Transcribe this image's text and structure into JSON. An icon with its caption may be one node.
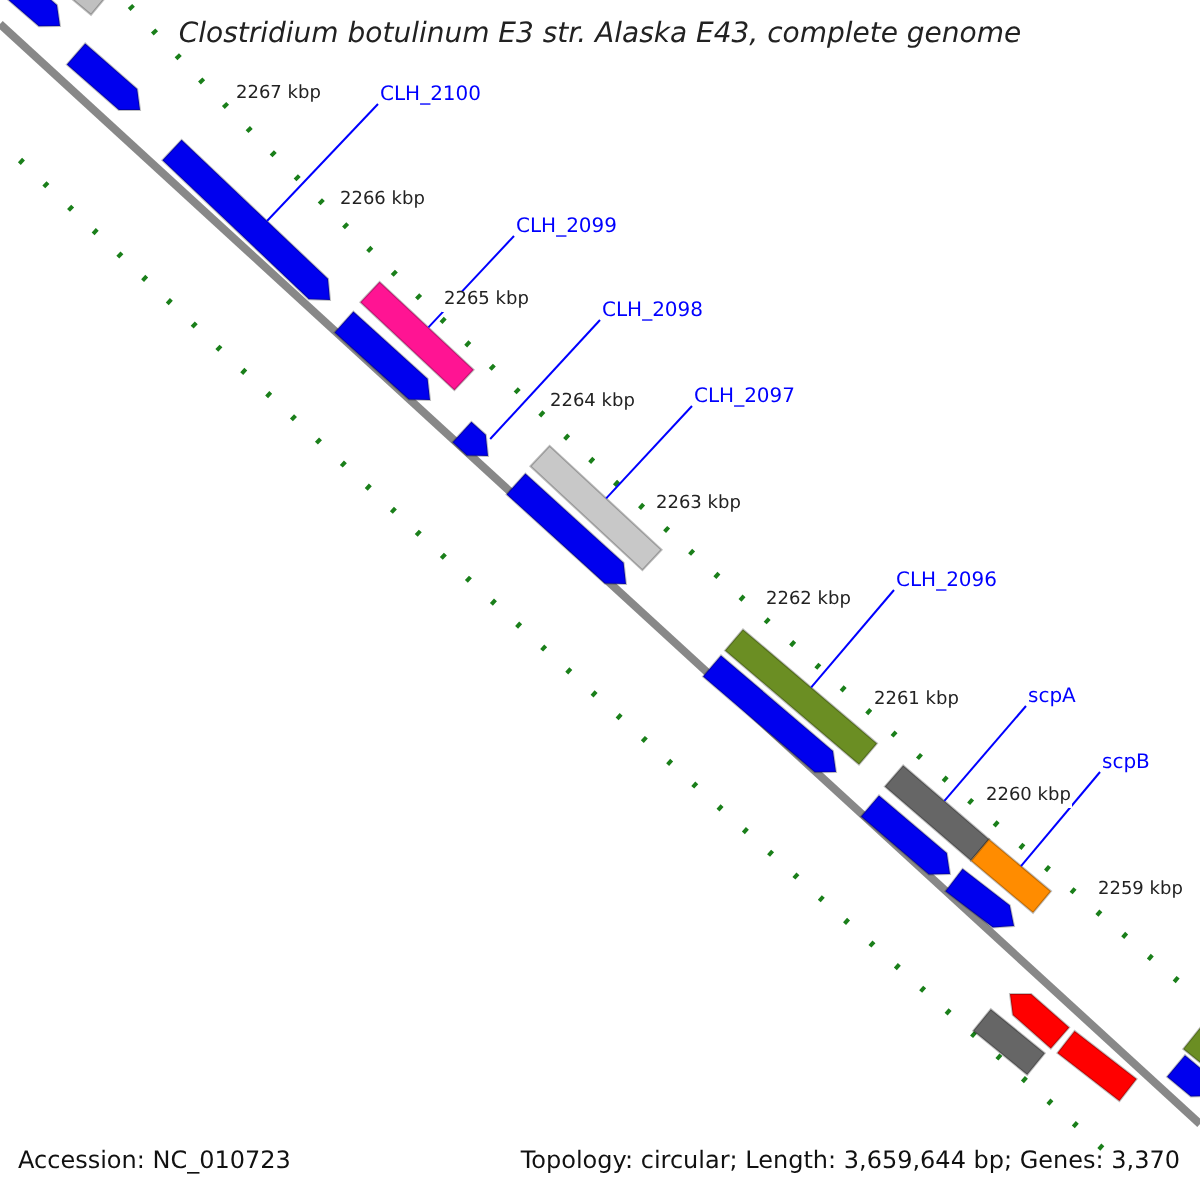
{
  "diagram": {
    "title": "Clostridium botulinum E3 str. Alaska E43, complete genome",
    "nodes": [
      {
        "text": [
          "CLH_2100"
        ]
      },
      {
        "text": [
          "CLH_2099"
        ]
      },
      {
        "text": [
          "CLH_2098"
        ]
      },
      {
        "text": [
          "CLH_2097"
        ]
      },
      {
        "text": [
          "CLH_2096"
        ]
      },
      {
        "text": [
          "scpA"
        ]
      },
      {
        "text": [
          "scpB"
        ]
      },
      {
        "text": [],
        "shape": "pentagon"
      },
      {
        "text": [],
        "shape": "bar"
      },
      {
        "text": [],
        "shape": "pentagon"
      },
      {
        "text": [],
        "shape": "pentagon"
      },
      {
        "text": [],
        "shape": "bar"
      },
      {
        "text": [],
        "shape": "pentagon"
      },
      {
        "text": [],
        "shape": "pentagon"
      },
      {
        "text": [],
        "shape": "bar"
      },
      {
        "text": [],
        "shape": "pentagon"
      },
      {
        "text": [],
        "shape": "bar"
      },
      {
        "text": [],
        "shape": "pentagon"
      },
      {
        "text": [],
        "shape": "bar"
      },
      {
        "text": [],
        "shape": "bar"
      },
      {
        "text": [],
        "shape": "pentagon"
      },
      {
        "text": [],
        "shape": "pentagon"
      },
      {
        "text": [],
        "shape": "bar"
      },
      {
        "text": [],
        "shape": "pentagon"
      },
      {
        "text": [],
        "shape": "bar"
      },
      {
        "text": [],
        "shape": "bar"
      },
      {
        "text": [],
        "shape": "pentagon"
      }
    ],
    "edges": [
      {
        "from": 0,
        "to": 10,
        "arrow": "none"
      },
      {
        "from": 1,
        "to": 11,
        "arrow": "none"
      },
      {
        "from": 2,
        "to": 13,
        "arrow": "none"
      },
      {
        "from": 3,
        "to": 14,
        "arrow": "none"
      },
      {
        "from": 4,
        "to": 16,
        "arrow": "none"
      },
      {
        "from": 5,
        "to": 18,
        "arrow": "none"
      },
      {
        "from": 6,
        "to": 19,
        "arrow": "none"
      }
    ],
    "labels": [
      "2267 kbp",
      "2266 kbp",
      "2265 kbp",
      "2264 kbp",
      "2263 kbp",
      "2262 kbp",
      "2261 kbp",
      "2260 kbp",
      "2259 kbp",
      "Accession: NC_010723",
      "Topology: circular; Length: 3,659,644 bp; Genes: 3,370"
    ]
  }
}
